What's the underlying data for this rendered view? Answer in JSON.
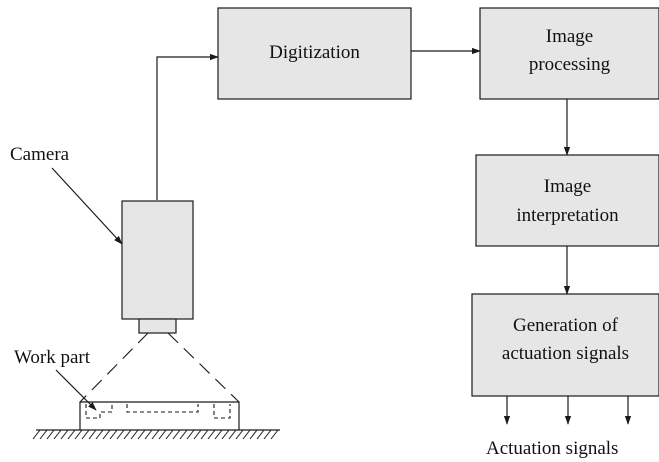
{
  "blocks": {
    "digitization": [
      "Digitization"
    ],
    "image_processing": [
      "Image",
      "processing"
    ],
    "image_interpretation": [
      "Image",
      "interpretation"
    ],
    "actuation_generation": [
      "Generation of",
      "actuation signals"
    ]
  },
  "labels": {
    "camera": "Camera",
    "work_part": "Work part",
    "actuation_signals": "Actuation signals"
  },
  "colors": {
    "block_fill": "#e6e6e6",
    "stroke": "#1a1a1a"
  }
}
